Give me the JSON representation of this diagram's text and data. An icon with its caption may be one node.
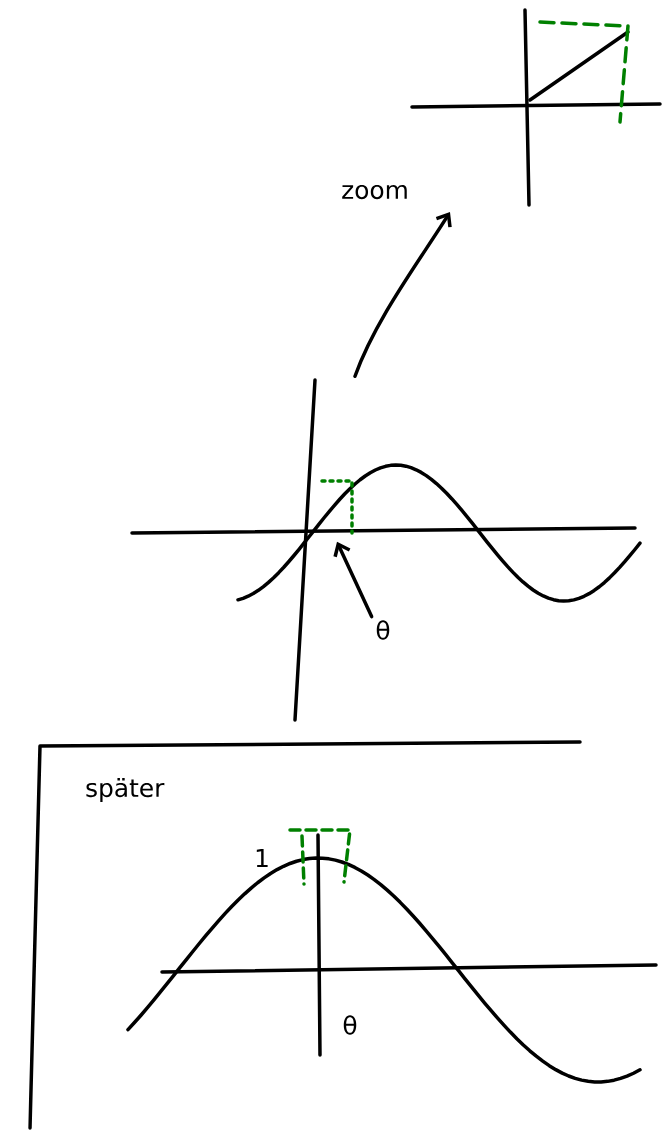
{
  "diagram": {
    "nodes": [
      {
        "text": [],
        "shape": "picture"
      },
      {
        "text": [],
        "shape": "picture"
      },
      {
        "text": [
          "θ"
        ],
        "in": 1
      },
      {
        "text": [
          "später"
        ]
      },
      {
        "text": [],
        "shape": "picture",
        "in": 3
      },
      {
        "text": [],
        "shape": "picture",
        "in": 1
      }
    ],
    "edges": [
      {
        "from": 1,
        "to": 0,
        "arrow": "to",
        "label": "zoom"
      },
      {
        "from": 2,
        "to": 5,
        "arrow": "to"
      }
    ],
    "labels": [
      "1",
      "θ"
    ]
  }
}
